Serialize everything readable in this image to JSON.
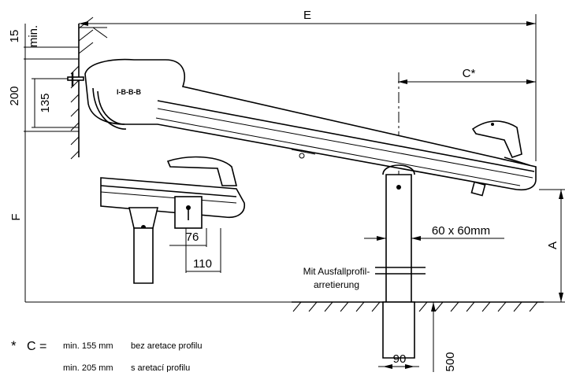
{
  "dimensions": {
    "E": "E",
    "C_star": "C*",
    "F": "F",
    "A": "A",
    "d15": "15",
    "dmin": "min.",
    "d200": "200",
    "d135": "135",
    "d76": "76",
    "d110": "110",
    "d60x60": "60 x 60mm",
    "d90": "90",
    "d500": "500"
  },
  "notes": {
    "stop_line1": "Mit Ausfallprofil-",
    "stop_line2": "arretierung"
  },
  "footnote": {
    "star": "*",
    "label": "C =",
    "value": "min. 155 mm",
    "text": "bez aretace profilu",
    "line2_value": "min. 205 mm",
    "line2_text": "s aretací profilu"
  },
  "label_plate": "I-B-B-B"
}
